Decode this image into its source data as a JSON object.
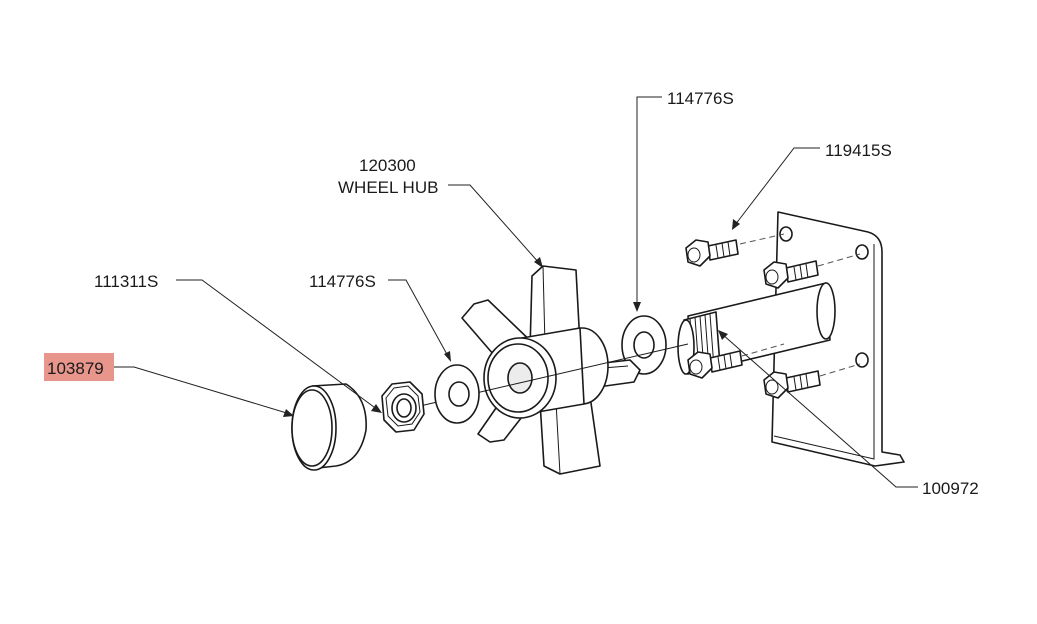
{
  "labels": {
    "washer_top": "114776S",
    "bolt": "119415S",
    "hub_number": "120300",
    "hub_name": "WHEEL HUB",
    "locknut": "111311S",
    "washer_front": "114776S",
    "cap": "103879",
    "axle": "100972"
  },
  "colors": {
    "highlight": "#e8958c",
    "line": "#1a1a1a"
  }
}
